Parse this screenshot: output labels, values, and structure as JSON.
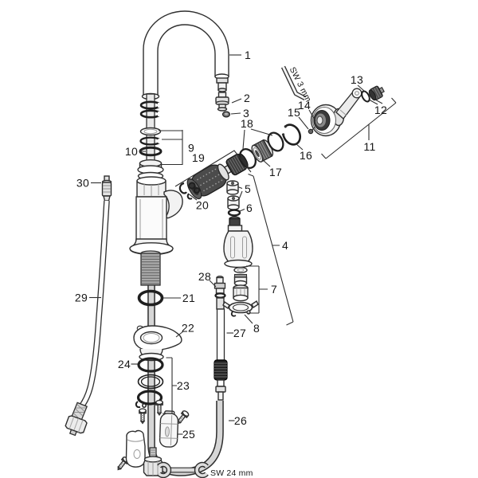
{
  "diagram": {
    "callouts": {
      "c1": "1",
      "c2": "2",
      "c3": "3",
      "c4": "4",
      "c5": "5",
      "c6": "6",
      "c7": "7",
      "c8": "8",
      "c9": "9",
      "c10": "10",
      "c11": "11",
      "c12": "12",
      "c13": "13",
      "c14": "14",
      "c15": "15",
      "c16": "16",
      "c17": "17",
      "c18": "18",
      "c19": "19",
      "c20": "20",
      "c21": "21",
      "c22": "22",
      "c23": "23",
      "c24": "24",
      "c25": "25",
      "c26": "26",
      "c27": "27",
      "c28": "28",
      "c29": "29",
      "c30": "30"
    },
    "annotations": {
      "allen_key_size": "SW 3 mm",
      "wrench_size": "SW 24 mm"
    },
    "colors": {
      "background": "#ffffff",
      "line": "#2f2f2f",
      "label": "#161616",
      "hose_grey": "#d6d6d6",
      "dark_part": "#3f3f3f"
    }
  }
}
